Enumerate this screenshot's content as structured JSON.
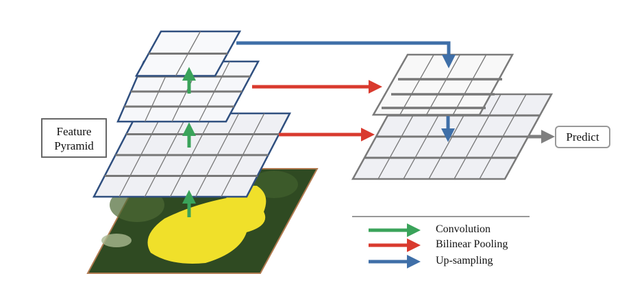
{
  "title_box": {
    "line1": "Feature",
    "line2": "Pyramid"
  },
  "predict_label": "Predict",
  "legend": [
    {
      "label": "Convolution",
      "color": "#3aa35a"
    },
    {
      "label": "Bilinear Pooling",
      "color": "#d93a2e"
    },
    {
      "label": "Up-sampling",
      "color": "#3f6fa8"
    }
  ],
  "colors": {
    "grid_fill": "#eff0f4",
    "blue_edge": "#2f4f7f",
    "gray_edge": "#7a7a7a",
    "predict_arrow": "#7f7f7f"
  }
}
